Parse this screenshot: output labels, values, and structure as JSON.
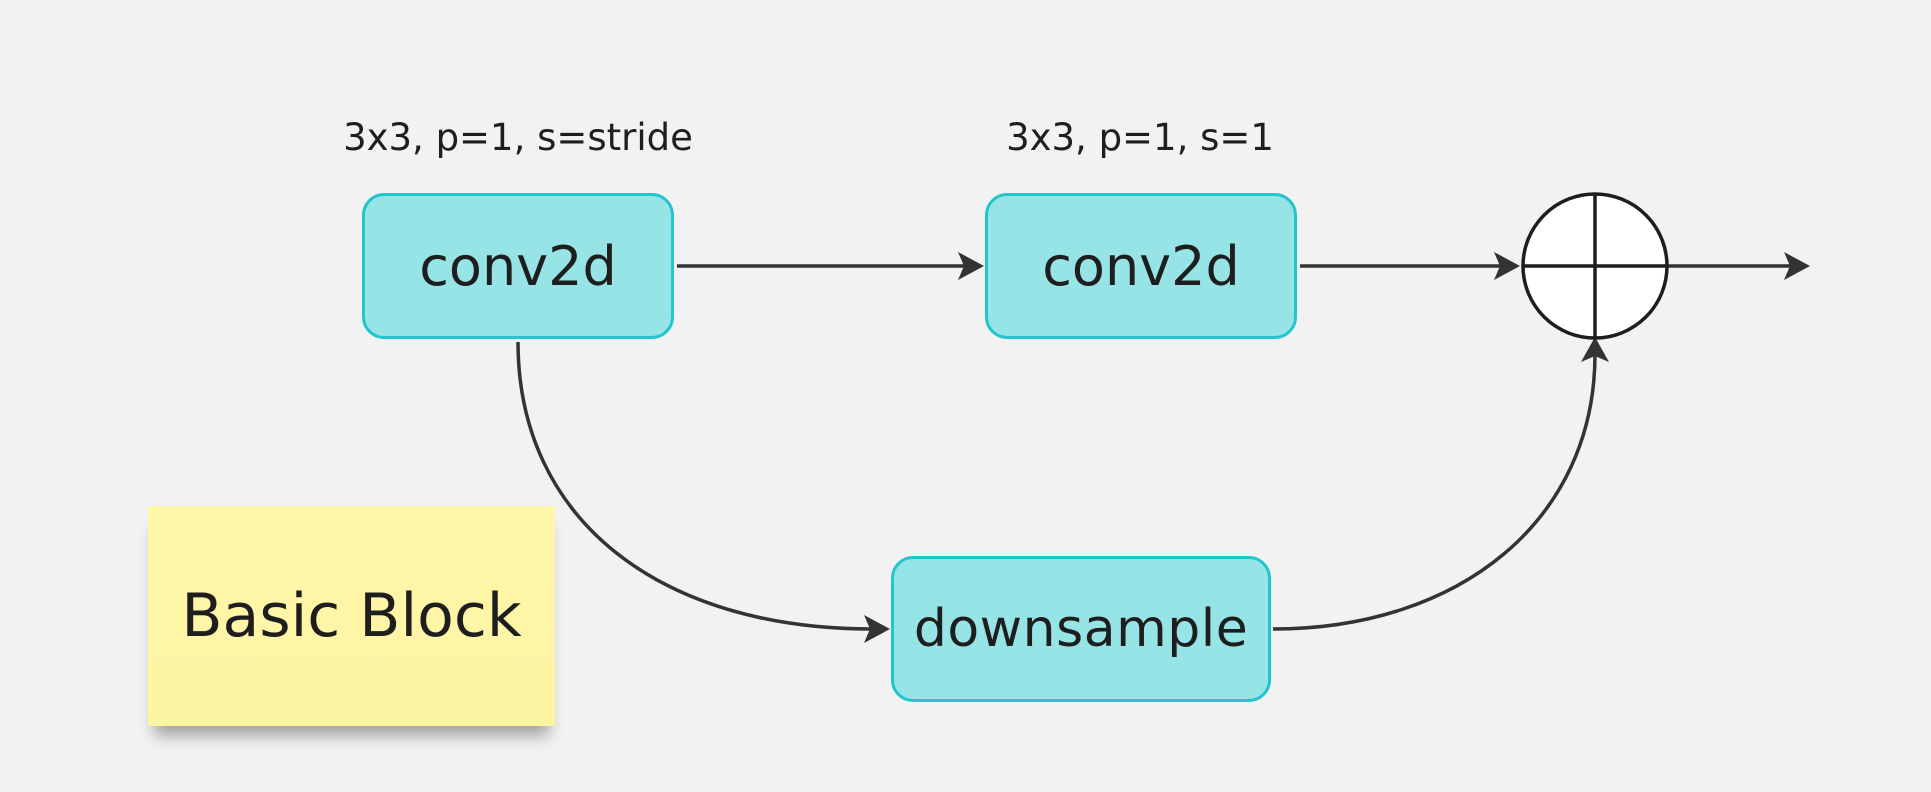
{
  "diagram": {
    "background_color": "#f2f2f2",
    "node_fill_color": "#96e4e6",
    "node_border_color": "#22c5cc",
    "edge_color": "#333333",
    "nodes": {
      "conv1": {
        "label": "conv2d",
        "caption": "3x3, p=1, s=stride"
      },
      "conv2": {
        "label": "conv2d",
        "caption": "3x3, p=1, s=1"
      },
      "downsample": {
        "label": "downsample"
      },
      "sum": {
        "icon": "circled-plus-icon"
      }
    },
    "edges": [
      {
        "from": "conv1",
        "to": "conv2"
      },
      {
        "from": "conv2",
        "to": "sum"
      },
      {
        "from": "sum",
        "to": "output"
      },
      {
        "from": "conv1",
        "to": "downsample"
      },
      {
        "from": "downsample",
        "to": "sum"
      }
    ],
    "sticky_note": {
      "text": "Basic Block",
      "color": "#fef6a9"
    }
  }
}
